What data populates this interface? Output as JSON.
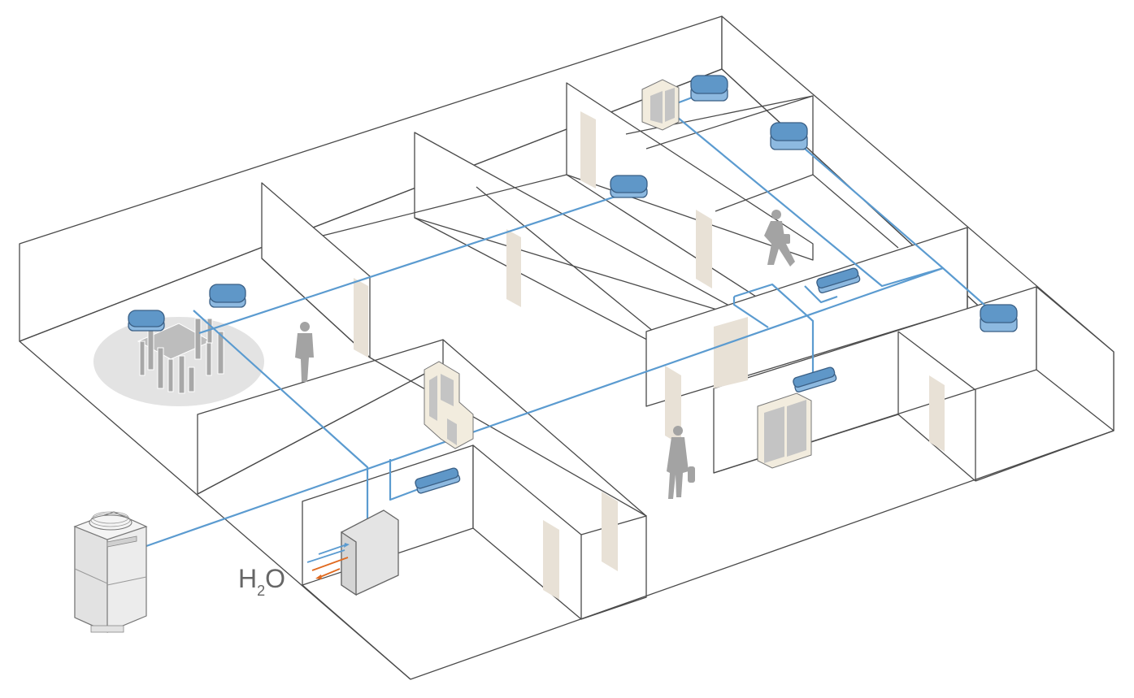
{
  "label": {
    "prefix": "H",
    "subscript": "2",
    "suffix": "O"
  },
  "colors": {
    "pipe_blue": "#5b9bd0",
    "pipe_orange": "#e06a20",
    "unit_top": "#5f97c8",
    "unit_side": "#8db9e0",
    "door": "#e8e1d6",
    "cabinet": "#f2ecde",
    "figure_grey": "#a3a3a3",
    "outline": "#4a4a4a",
    "table_shadow": "#e3e3e3"
  },
  "icons": [
    "outdoor-condenser-icon",
    "cassette-unit-icon",
    "wall-unit-icon",
    "cabinet-icon",
    "person-icon",
    "dining-table-icon",
    "hydrobox-icon"
  ]
}
